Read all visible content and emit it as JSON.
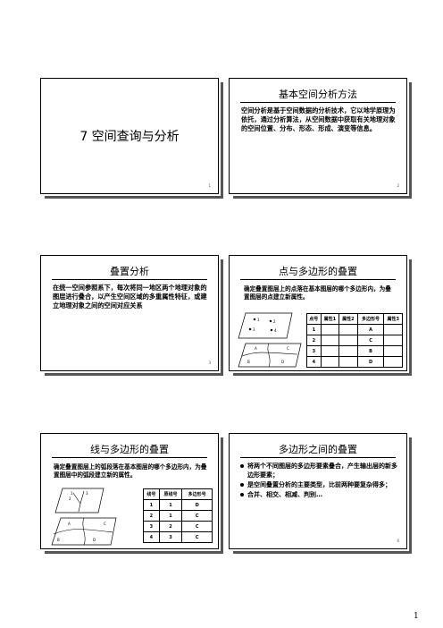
{
  "slides": [
    {
      "title": "7  空间查询与分析",
      "num": "1"
    },
    {
      "title": "基本空间分析方法",
      "num": "2",
      "body": "空间分析是基于空间数据的分析技术，它以地学原理为依托，通过分析算法，从空间数据中获取有关地理对象的空间位置、分布、形态、形成、演变等信息。"
    },
    {
      "title": "叠置分析",
      "num": "3",
      "body": "在统一空间参照系下，每次将同一地区两个地理对象的图层进行叠合，以产生空间区域的多重属性特征，或建立地理对象之间的空间对应关系"
    },
    {
      "title": "点与多边形的叠置",
      "body": "确定叠置图层上的点落在基本图层的哪个多边形内，为叠置图层的点建立新属性。",
      "table": {
        "headers": [
          "点号",
          "属性1",
          "属性2",
          "多边形号",
          "属性3"
        ],
        "rows": [
          [
            "1",
            "",
            "",
            "A",
            ""
          ],
          [
            "2",
            "",
            "",
            "C",
            ""
          ],
          [
            "3",
            "",
            "",
            "B",
            ""
          ],
          [
            "4",
            "",
            "",
            "D",
            ""
          ]
        ]
      },
      "diagram": {
        "points": [
          "1",
          "2",
          "3",
          "4"
        ],
        "polys": [
          "A",
          "B",
          "C",
          "D"
        ]
      }
    },
    {
      "title": "线与多边形的叠置",
      "body": "确定叠置图层上的弧段落在基本图层的哪个多边形内，为叠置图层中的弧段建立新的属性。",
      "table": {
        "headers": [
          "线号",
          "原线号",
          "多边形号"
        ],
        "rows": [
          [
            "1",
            "1",
            "D"
          ],
          [
            "2",
            "1",
            "C"
          ],
          [
            "3",
            "2",
            "C"
          ],
          [
            "4",
            "3",
            "C"
          ]
        ]
      },
      "diagram": {
        "lines": [
          "1",
          "2",
          "3"
        ],
        "polys": [
          "A",
          "B",
          "C",
          "D"
        ]
      }
    },
    {
      "title": "多边形之间的叠置",
      "num": "6",
      "bullets": [
        "将两个不同图层的多边形要素叠合，产生输出层的新多边形要素；",
        "是空间叠置分析的主要类型，比前两种要复杂得多；",
        "合并、相交、相减、判别…"
      ]
    }
  ],
  "page_number": "1"
}
